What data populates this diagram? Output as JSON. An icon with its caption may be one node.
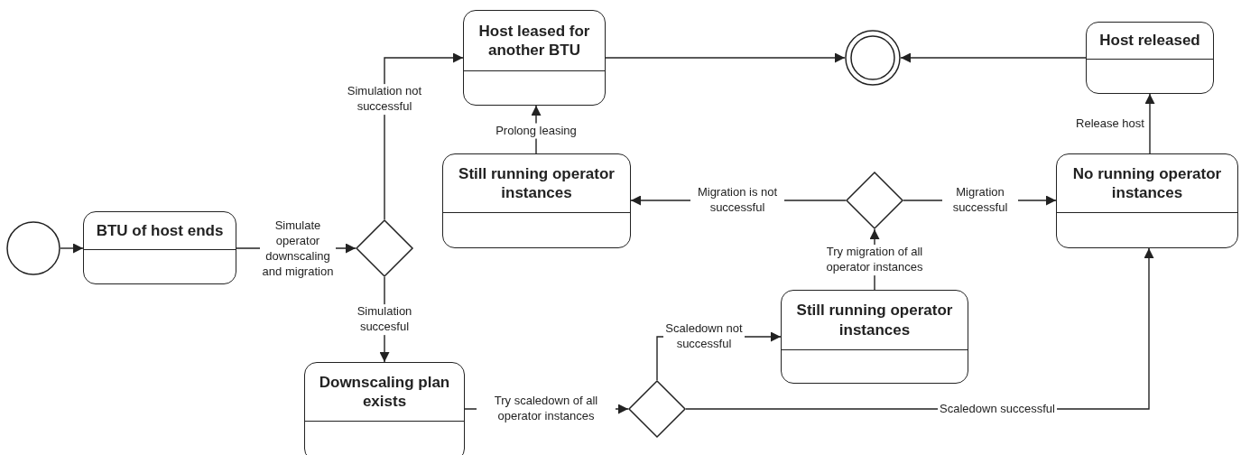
{
  "diagram": {
    "nodes": [
      {
        "text": [],
        "shape": "circle"
      },
      {
        "text": [
          "BTU of host ends"
        ]
      },
      {
        "text": [],
        "shape": "diamond"
      },
      {
        "text": [
          "Host leased for another BTU"
        ]
      },
      {
        "text": [],
        "shape": "circle"
      },
      {
        "text": [
          "Host released"
        ]
      },
      {
        "text": [
          "Still running operator instances"
        ]
      },
      {
        "text": [],
        "shape": "diamond"
      },
      {
        "text": [
          "No running operator instances"
        ]
      },
      {
        "text": [
          "Downscaling plan exists"
        ]
      },
      {
        "text": [],
        "shape": "diamond"
      },
      {
        "text": [
          "Still running operator instances"
        ]
      }
    ],
    "edges": [
      {
        "from": 0,
        "to": 1,
        "arrow": "to"
      },
      {
        "from": 1,
        "to": 2,
        "arrow": "to",
        "label": "Simulate operator downscaling and migration"
      },
      {
        "from": 2,
        "to": 3,
        "arrow": "to",
        "label": "Simulation not successful"
      },
      {
        "from": 2,
        "to": 9,
        "arrow": "to",
        "label": "Simulation succesful"
      },
      {
        "from": 3,
        "to": 4,
        "arrow": "to"
      },
      {
        "from": 5,
        "to": 4,
        "arrow": "to"
      },
      {
        "from": 6,
        "to": 3,
        "arrow": "to",
        "label": "Prolong leasing"
      },
      {
        "from": 8,
        "to": 5,
        "arrow": "to",
        "label": "Release host"
      },
      {
        "from": 7,
        "to": 6,
        "arrow": "to",
        "label": "Migration is not successful"
      },
      {
        "from": 7,
        "to": 8,
        "arrow": "to",
        "label": "Migration successful"
      },
      {
        "from": 11,
        "to": 7,
        "arrow": "to",
        "label": "Try migration of all operator instances"
      },
      {
        "from": 9,
        "to": 10,
        "arrow": "to",
        "label": "Try scaledown of all operator instances"
      },
      {
        "from": 10,
        "to": 11,
        "arrow": "to",
        "label": "Scaledown not successful"
      },
      {
        "from": 10,
        "to": 8,
        "arrow": "to",
        "label": "Scaledown successful"
      }
    ]
  }
}
